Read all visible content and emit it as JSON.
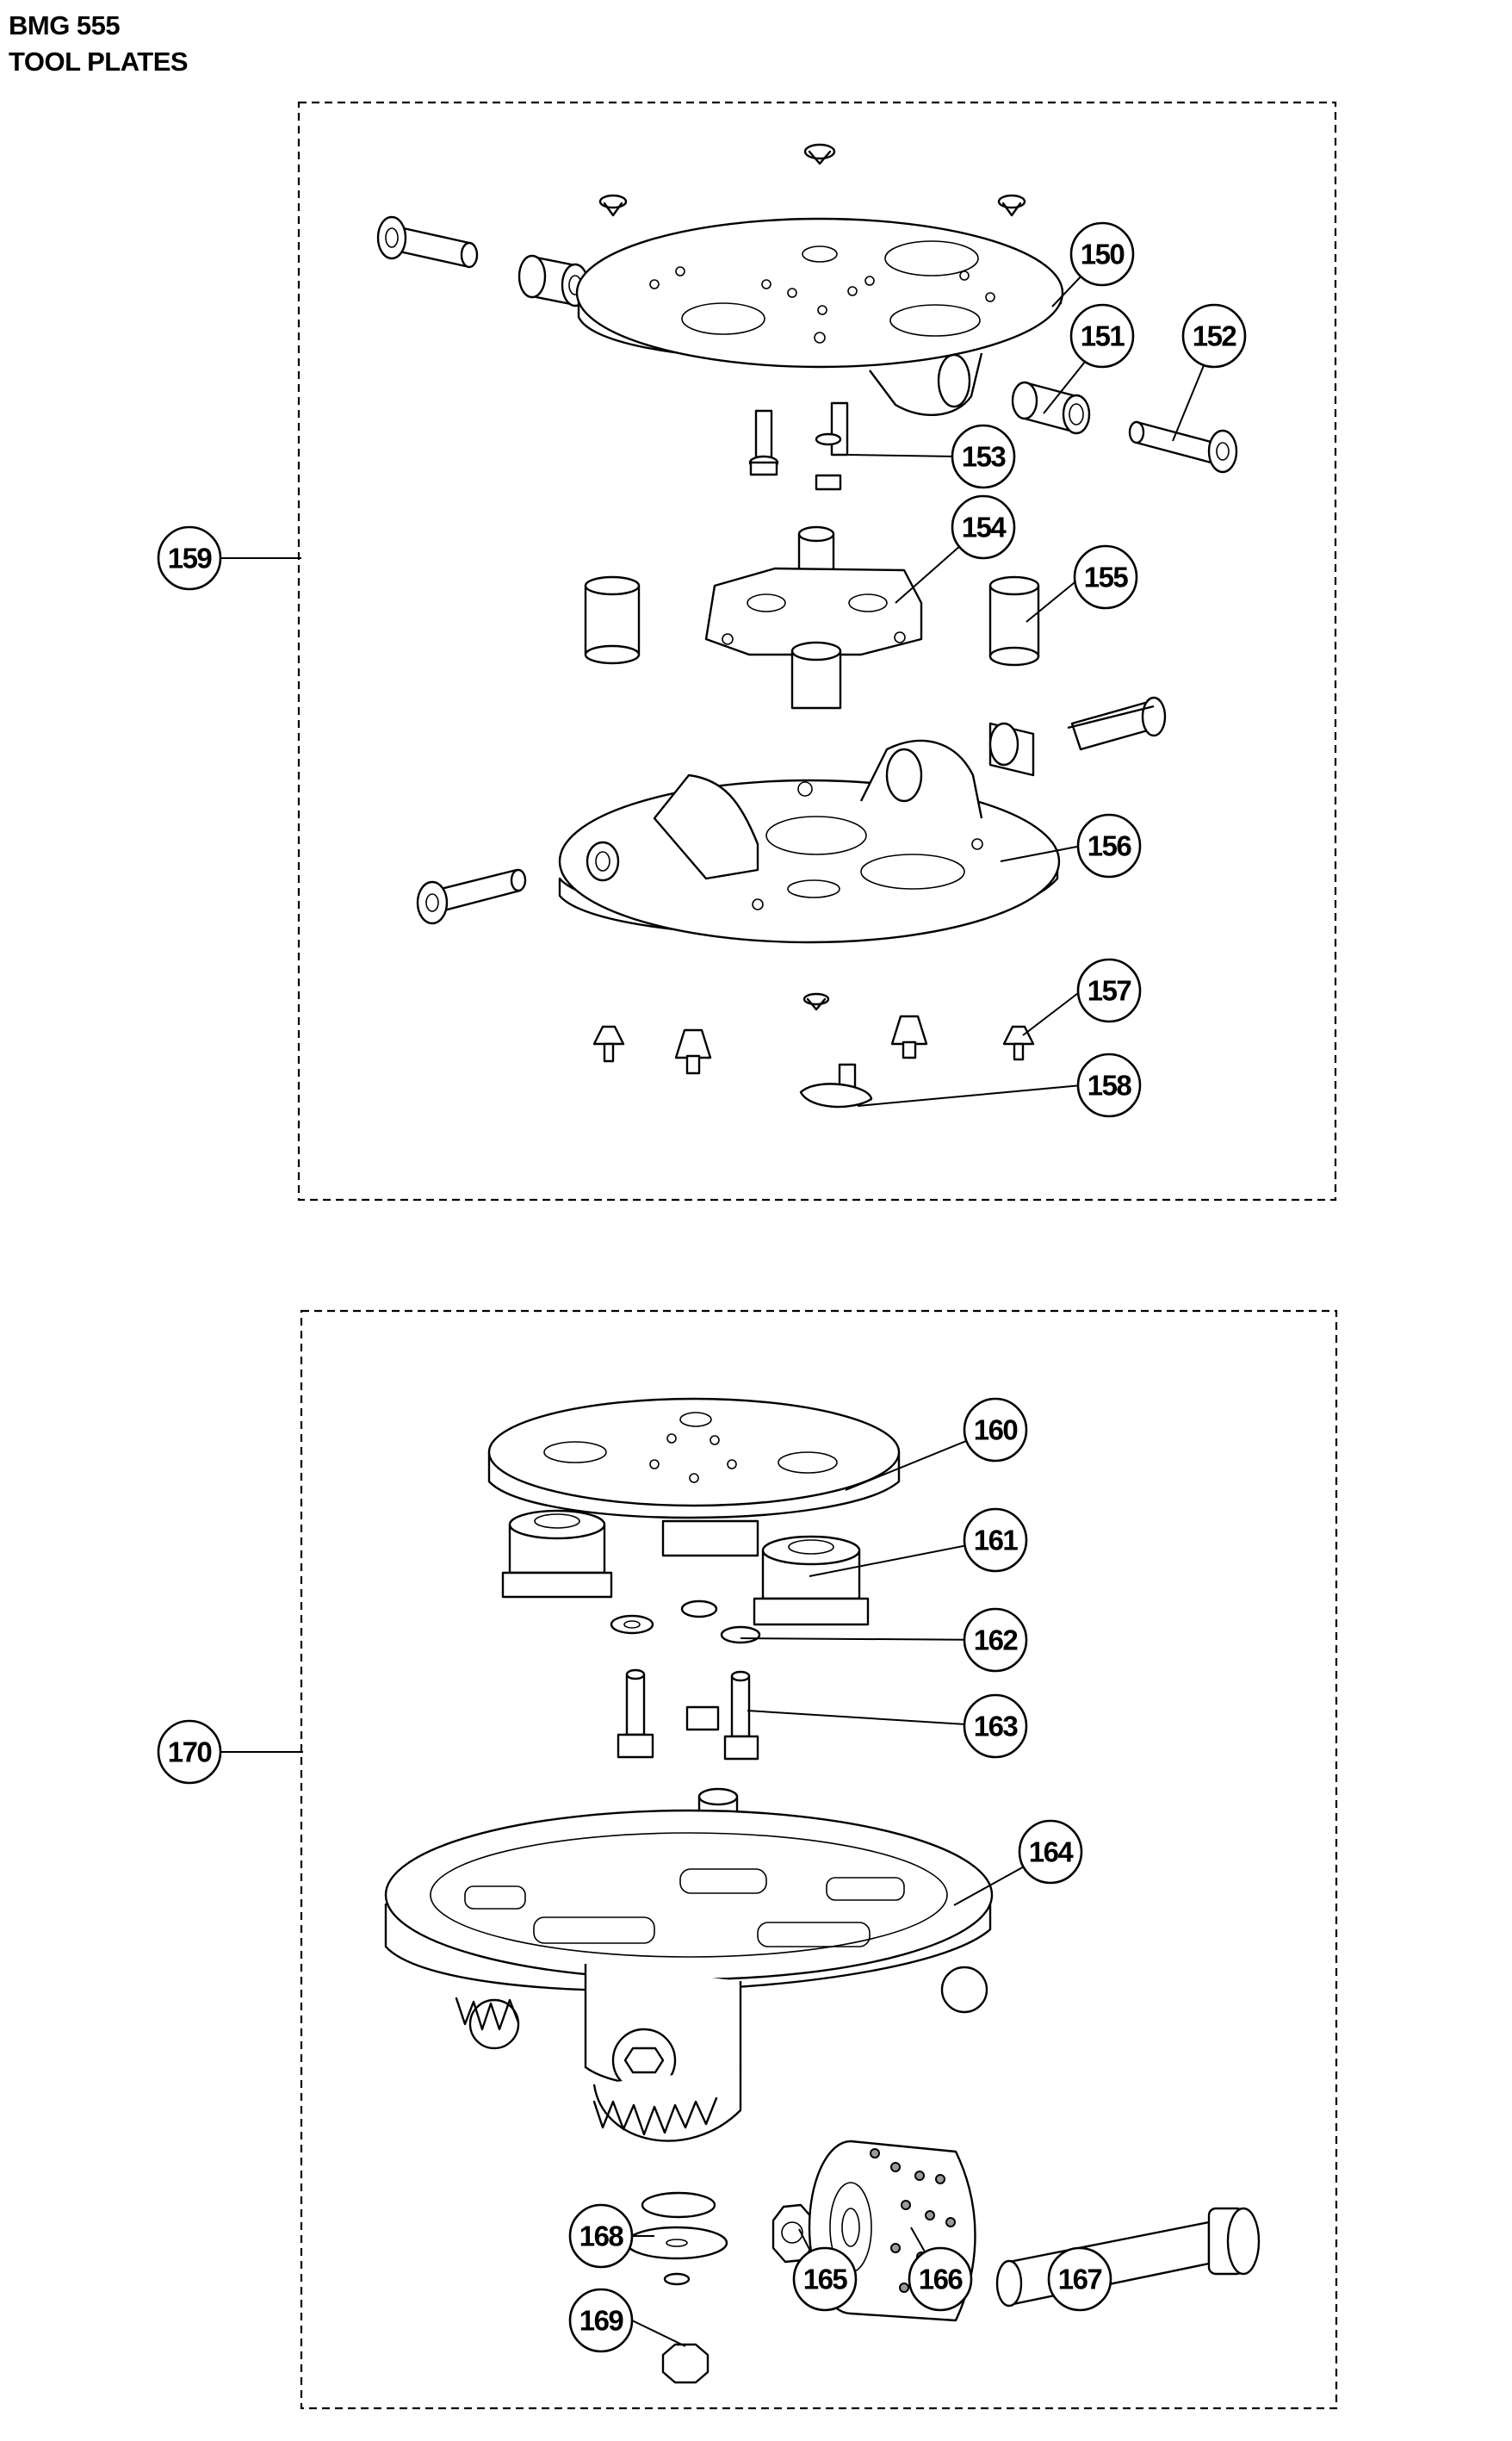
{
  "header": {
    "model": "BMG 555",
    "section": "TOOL PLATES"
  },
  "callouts": [
    {
      "id": "150",
      "label": "150"
    },
    {
      "id": "151",
      "label": "151"
    },
    {
      "id": "152",
      "label": "152"
    },
    {
      "id": "153",
      "label": "153"
    },
    {
      "id": "154",
      "label": "154"
    },
    {
      "id": "155",
      "label": "155"
    },
    {
      "id": "156",
      "label": "156"
    },
    {
      "id": "157",
      "label": "157"
    },
    {
      "id": "158",
      "label": "158"
    },
    {
      "id": "159",
      "label": "159"
    },
    {
      "id": "160",
      "label": "160"
    },
    {
      "id": "161",
      "label": "161"
    },
    {
      "id": "162",
      "label": "162"
    },
    {
      "id": "163",
      "label": "163"
    },
    {
      "id": "164",
      "label": "164"
    },
    {
      "id": "165",
      "label": "165"
    },
    {
      "id": "166",
      "label": "166"
    },
    {
      "id": "167",
      "label": "167"
    },
    {
      "id": "168",
      "label": "168"
    },
    {
      "id": "169",
      "label": "169"
    },
    {
      "id": "170",
      "label": "170"
    }
  ]
}
